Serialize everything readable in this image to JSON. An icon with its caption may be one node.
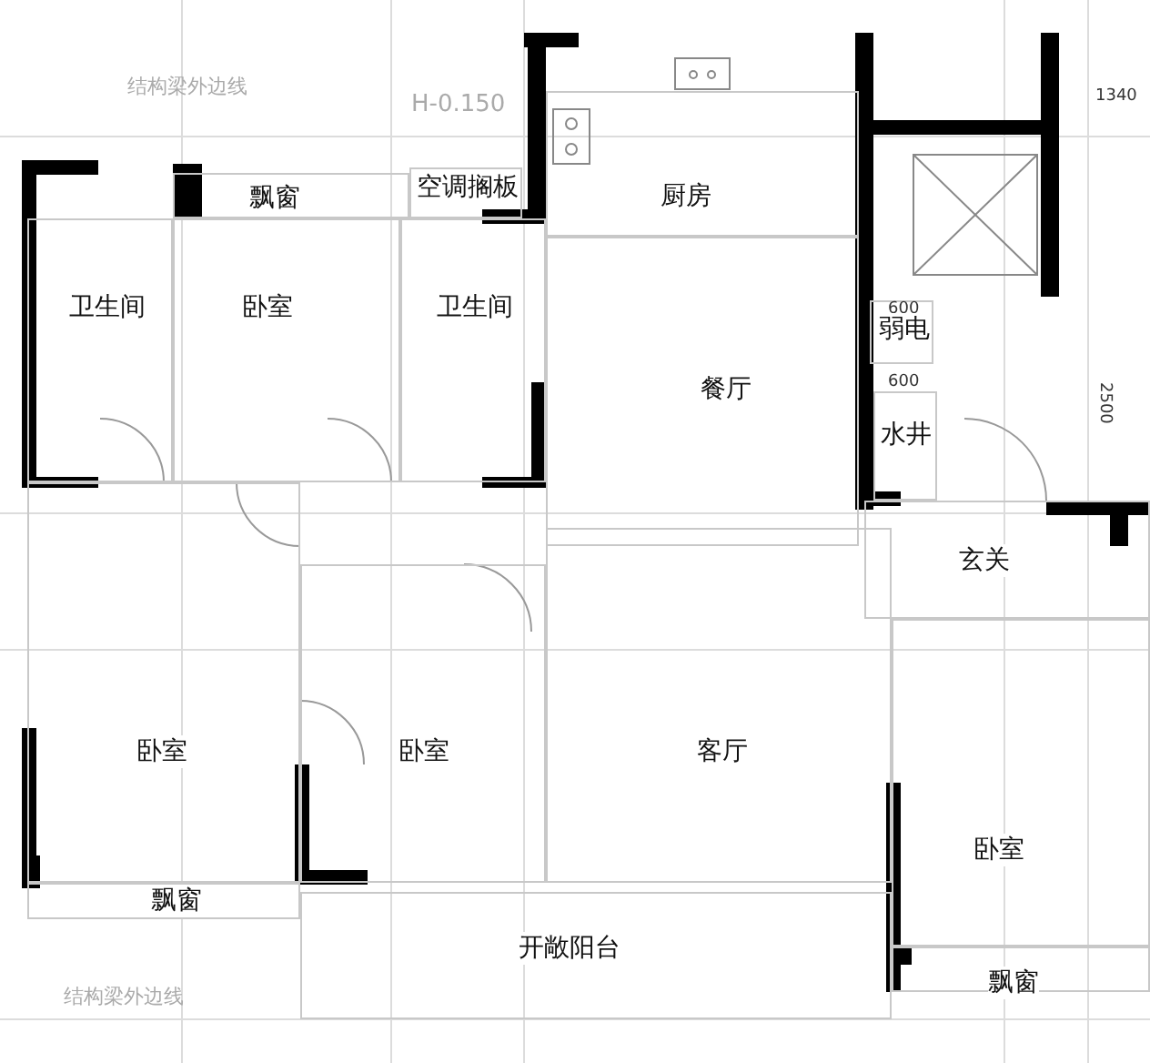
{
  "diagram": {
    "nodes": [
      {
        "text": [
          "飘窗"
        ]
      },
      {
        "text": [
          "空调搁板"
        ]
      },
      {
        "text": [
          "厨房"
        ]
      },
      {
        "text": [
          "卫生间"
        ]
      },
      {
        "text": [
          "卧室"
        ]
      },
      {
        "text": [
          "卫生间"
        ]
      },
      {
        "text": [
          "餐厅"
        ]
      },
      {
        "text": [
          "弱电"
        ]
      },
      {
        "text": [
          "水井"
        ]
      },
      {
        "text": [
          "玄关"
        ]
      },
      {
        "text": [
          "卧室"
        ]
      },
      {
        "text": [
          "卧室"
        ]
      },
      {
        "text": [
          "客厅"
        ]
      },
      {
        "text": [
          "卧室"
        ]
      },
      {
        "text": [
          "飘窗"
        ]
      },
      {
        "text": [
          "开敞阳台"
        ]
      },
      {
        "text": [
          "飘窗"
        ]
      }
    ],
    "edges": [],
    "labels": [
      "结构梁外边线",
      "H-0.150",
      "1340",
      "600",
      "600",
      "2500",
      "结构梁外边线"
    ]
  }
}
